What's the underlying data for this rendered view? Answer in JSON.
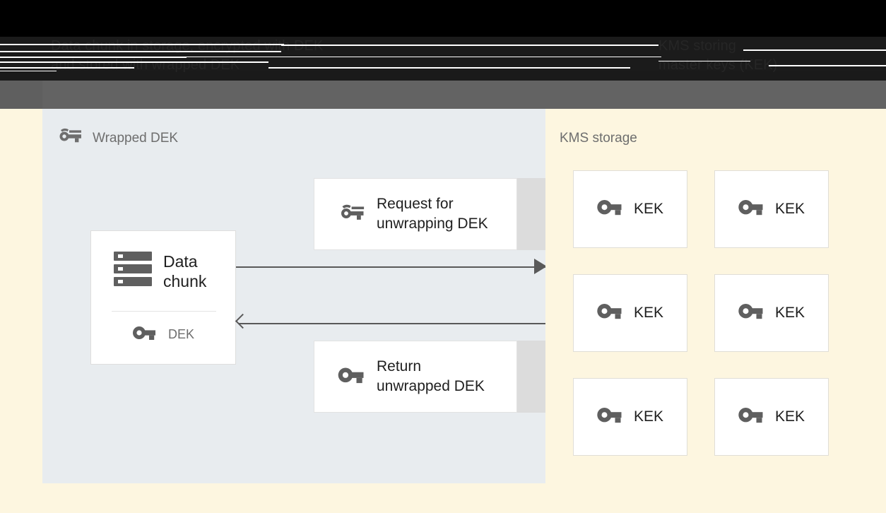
{
  "header": {
    "left_text": "Data chunk in storage, encrypted with DEK\nand stored with wrapped DEK",
    "right_text": "KMS storing\nmaster keys (KEK)"
  },
  "left_panel": {
    "title": "Wrapped DEK",
    "title_icon": "wrapped-key-icon",
    "data_card": {
      "icon": "storage-stack-icon",
      "label": "Data\nchunk",
      "key_icon": "key-icon",
      "key_label": "DEK"
    },
    "messages": [
      {
        "icon": "wrapped-key-icon",
        "label": "Request for\nunwrapping DEK"
      },
      {
        "icon": "key-icon",
        "label": "Return\nunwrapped DEK"
      }
    ],
    "arrows": [
      {
        "direction": "right",
        "name": "request-arrow"
      },
      {
        "direction": "left",
        "name": "return-arrow"
      }
    ]
  },
  "right_panel": {
    "title": "KMS storage",
    "keys": [
      {
        "icon": "key-icon",
        "label": "KEK"
      },
      {
        "icon": "key-icon",
        "label": "KEK"
      },
      {
        "icon": "key-icon",
        "label": "KEK"
      },
      {
        "icon": "key-icon",
        "label": "KEK"
      },
      {
        "icon": "key-icon",
        "label": "KEK"
      },
      {
        "icon": "key-icon",
        "label": "KEK"
      }
    ]
  },
  "colors": {
    "panel_blue": "#e8ecef",
    "panel_cream": "#fdf6e0",
    "card_white": "#ffffff",
    "tail_gray": "#dcdcdc",
    "icon_gray": "#5f5f5f",
    "arrow_gray": "#595959",
    "title_gray": "#6e6e6e",
    "header_black": "#000000",
    "header_dark": "#1b1b1b",
    "header_band_gray": "#636363"
  }
}
